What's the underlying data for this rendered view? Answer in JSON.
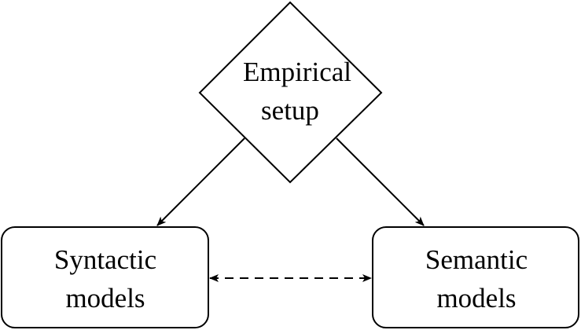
{
  "nodes": {
    "empirical": {
      "shape": "diamond",
      "line1": "Empirical",
      "line2": "setup"
    },
    "syntactic": {
      "shape": "rounded-rectangle",
      "line1": "Syntactic",
      "line2": "models"
    },
    "semantic": {
      "shape": "rounded-rectangle",
      "line1": "Semantic",
      "line2": "models"
    }
  },
  "edges": [
    {
      "from": "empirical",
      "to": "syntactic",
      "style": "solid",
      "direction": "forward"
    },
    {
      "from": "empirical",
      "to": "semantic",
      "style": "solid",
      "direction": "forward"
    },
    {
      "from": "syntactic",
      "to": "semantic",
      "style": "dashed",
      "direction": "both"
    }
  ],
  "colors": {
    "stroke": "#000000",
    "background": "#ffffff"
  }
}
